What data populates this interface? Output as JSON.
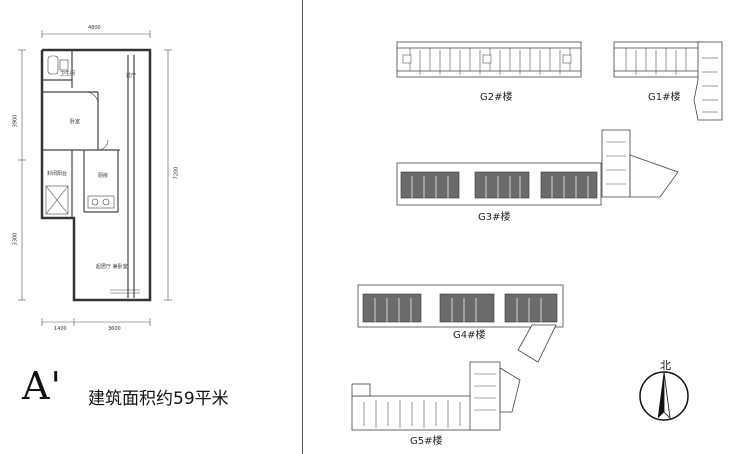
{
  "unit": {
    "type_label": "A'",
    "area_label": "建筑面积约59平米",
    "dimensions": {
      "top": "4800",
      "left_upper": "3900",
      "left_lower": "3300",
      "right": "7200",
      "bottom_left": "1400",
      "bottom_right": "3600"
    },
    "rooms": {
      "bath": "卫生间",
      "hall": "过厅",
      "bedroom": "卧室",
      "closet": "封闭阳台",
      "kitchen": "厨房",
      "living": "起居厅 兼卧室"
    }
  },
  "buildings": {
    "g2": "G2#楼",
    "g1": "G1#楼",
    "g3": "G3#楼",
    "g4": "G4#楼",
    "g5": "G5#楼"
  },
  "compass": {
    "north": "北"
  },
  "colors": {
    "wall": "#333333",
    "highlight": "#6b6b6b",
    "line": "#444444"
  }
}
